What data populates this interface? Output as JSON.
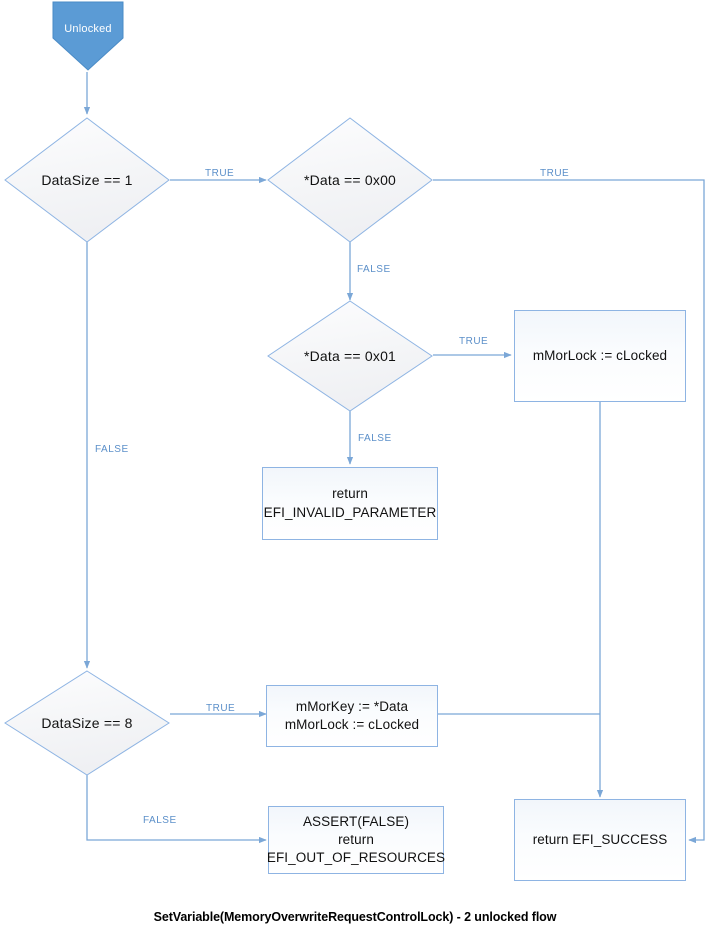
{
  "diagram": {
    "caption": "SetVariable(MemoryOverwriteRequestControlLock) - 2 unlocked flow",
    "colors": {
      "edge": "#7BA7D7",
      "edge_label": "#5B8FC9",
      "node_border": "#8EB4E3",
      "node_fill": "#F7FAFD",
      "start_fill": "#5B9BD5",
      "start_text": "#FFFFFF",
      "text": "#111111"
    },
    "nodes": {
      "start": {
        "label": "Unlocked",
        "shape": "pentagon"
      },
      "decision_datasize_1": {
        "label": "DataSize == 1",
        "shape": "diamond"
      },
      "decision_data_00": {
        "label": "*Data == 0x00",
        "shape": "diamond"
      },
      "decision_data_01": {
        "label": "*Data == 0x01",
        "shape": "diamond"
      },
      "decision_datasize_8": {
        "label": "DataSize == 8",
        "shape": "diamond"
      },
      "proc_mmorlock_clocked": {
        "label": "mMorLock := cLocked",
        "shape": "rect"
      },
      "proc_return_invalid_parameter": {
        "line1": "return",
        "line2": "EFI_INVALID_PARAMETER",
        "shape": "rect"
      },
      "proc_mmorkey_assign": {
        "line1": "mMorKey := *Data",
        "line2": "mMorLock := cLocked",
        "shape": "rect"
      },
      "proc_assert_false": {
        "line1": "ASSERT(FALSE)",
        "line2": "return",
        "line3": "EFI_OUT_OF_RESOURCES",
        "shape": "rect"
      },
      "proc_return_success": {
        "label": "return EFI_SUCCESS",
        "shape": "rect"
      }
    },
    "edge_labels": {
      "datasize1_true": "TRUE",
      "datasize1_false": "FALSE",
      "data00_true": "TRUE",
      "data00_false": "FALSE",
      "data01_true": "TRUE",
      "data01_false": "FALSE",
      "datasize8_true": "TRUE",
      "datasize8_false": "FALSE"
    },
    "edges": [
      {
        "from": "start",
        "to": "decision_datasize_1",
        "label": ""
      },
      {
        "from": "decision_datasize_1",
        "to": "decision_data_00",
        "label": "TRUE"
      },
      {
        "from": "decision_datasize_1",
        "to": "decision_datasize_8",
        "label": "FALSE"
      },
      {
        "from": "decision_data_00",
        "to": "proc_return_success",
        "label": "TRUE"
      },
      {
        "from": "decision_data_00",
        "to": "decision_data_01",
        "label": "FALSE"
      },
      {
        "from": "decision_data_01",
        "to": "proc_mmorlock_clocked",
        "label": "TRUE"
      },
      {
        "from": "decision_data_01",
        "to": "proc_return_invalid_parameter",
        "label": "FALSE"
      },
      {
        "from": "proc_mmorlock_clocked",
        "to": "proc_return_success",
        "label": ""
      },
      {
        "from": "decision_datasize_8",
        "to": "proc_mmorkey_assign",
        "label": "TRUE"
      },
      {
        "from": "decision_datasize_8",
        "to": "proc_assert_false",
        "label": "FALSE"
      },
      {
        "from": "proc_mmorkey_assign",
        "to": "proc_return_success",
        "label": ""
      }
    ]
  }
}
